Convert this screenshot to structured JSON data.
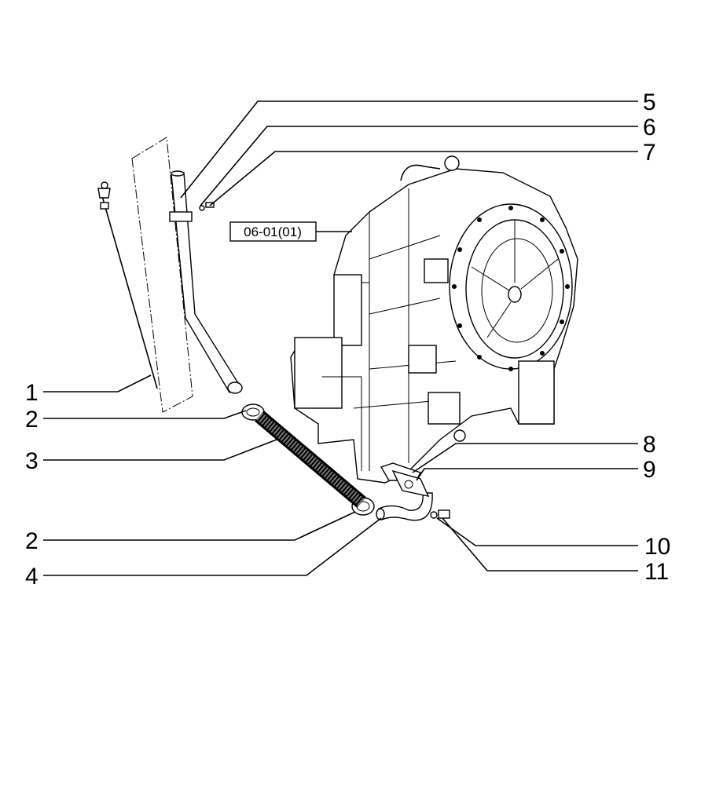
{
  "reference_box": "06-01(01)",
  "callouts": [
    {
      "id": "c5",
      "label": "5"
    },
    {
      "id": "c6",
      "label": "6"
    },
    {
      "id": "c7",
      "label": "7"
    },
    {
      "id": "c1",
      "label": "1"
    },
    {
      "id": "c2a",
      "label": "2"
    },
    {
      "id": "c3",
      "label": "3"
    },
    {
      "id": "c8",
      "label": "8"
    },
    {
      "id": "c9",
      "label": "9"
    },
    {
      "id": "c2b",
      "label": "2"
    },
    {
      "id": "c10",
      "label": "10"
    },
    {
      "id": "c4",
      "label": "4"
    },
    {
      "id": "c11",
      "label": "11"
    }
  ]
}
